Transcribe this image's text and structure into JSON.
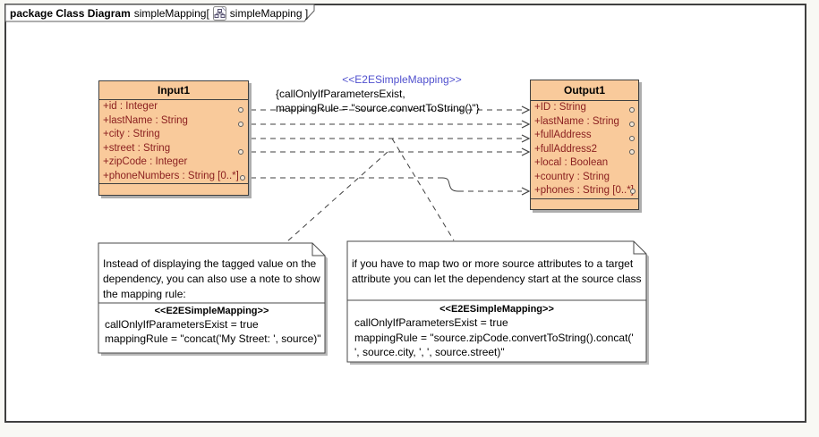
{
  "header": {
    "keyword": "package Class Diagram",
    "diagram_name_open": "simpleMapping[",
    "diagram_ref": "simpleMapping ]",
    "icon": "class-diagram-icon"
  },
  "classes": {
    "input1": {
      "title": "Input1",
      "attributes": [
        "+id : Integer",
        "+lastName : String",
        "+city : String",
        "+street : String",
        "+zipCode : Integer",
        "+phoneNumbers : String [0..*]"
      ]
    },
    "output1": {
      "title": "Output1",
      "attributes": [
        "+ID : String",
        "+lastName : String",
        "+fullAddress",
        "+fullAddress2",
        "+local : Boolean",
        "+country : String",
        "+phones : String [0..*]"
      ]
    }
  },
  "dependency_label": {
    "stereotype": "<<E2ESimpleMapping>>",
    "tag_line1": "{callOnlyIfParametersExist,",
    "tag_line2": "mappingRule = \"source.convertToString()\"}"
  },
  "notes": {
    "left": {
      "body": "Instead of displaying the tagged value on the dependency, you can also use a note to show the mapping rule:",
      "stereotype": "<<E2ESimpleMapping>>",
      "line1": "callOnlyIfParametersExist = true",
      "line2": "mappingRule = \"concat('My Street: ', source)\""
    },
    "right": {
      "body": "if you have to map two or more source attributes to a target attribute you can let the dependency start at the source class",
      "stereotype": "<<E2ESimpleMapping>>",
      "line1": "callOnlyIfParametersExist = true",
      "line2": "mappingRule = \"source.zipCode.convertToString().concat('",
      "line3": "', source.city, ', ', source.street)\""
    }
  },
  "colors": {
    "class_fill": "#F9CA9B",
    "attribute_text": "#8B2020",
    "stereotype_blue": "#5050CE",
    "line_color": "#3F3F3F",
    "shadow": "#ADADAD"
  }
}
